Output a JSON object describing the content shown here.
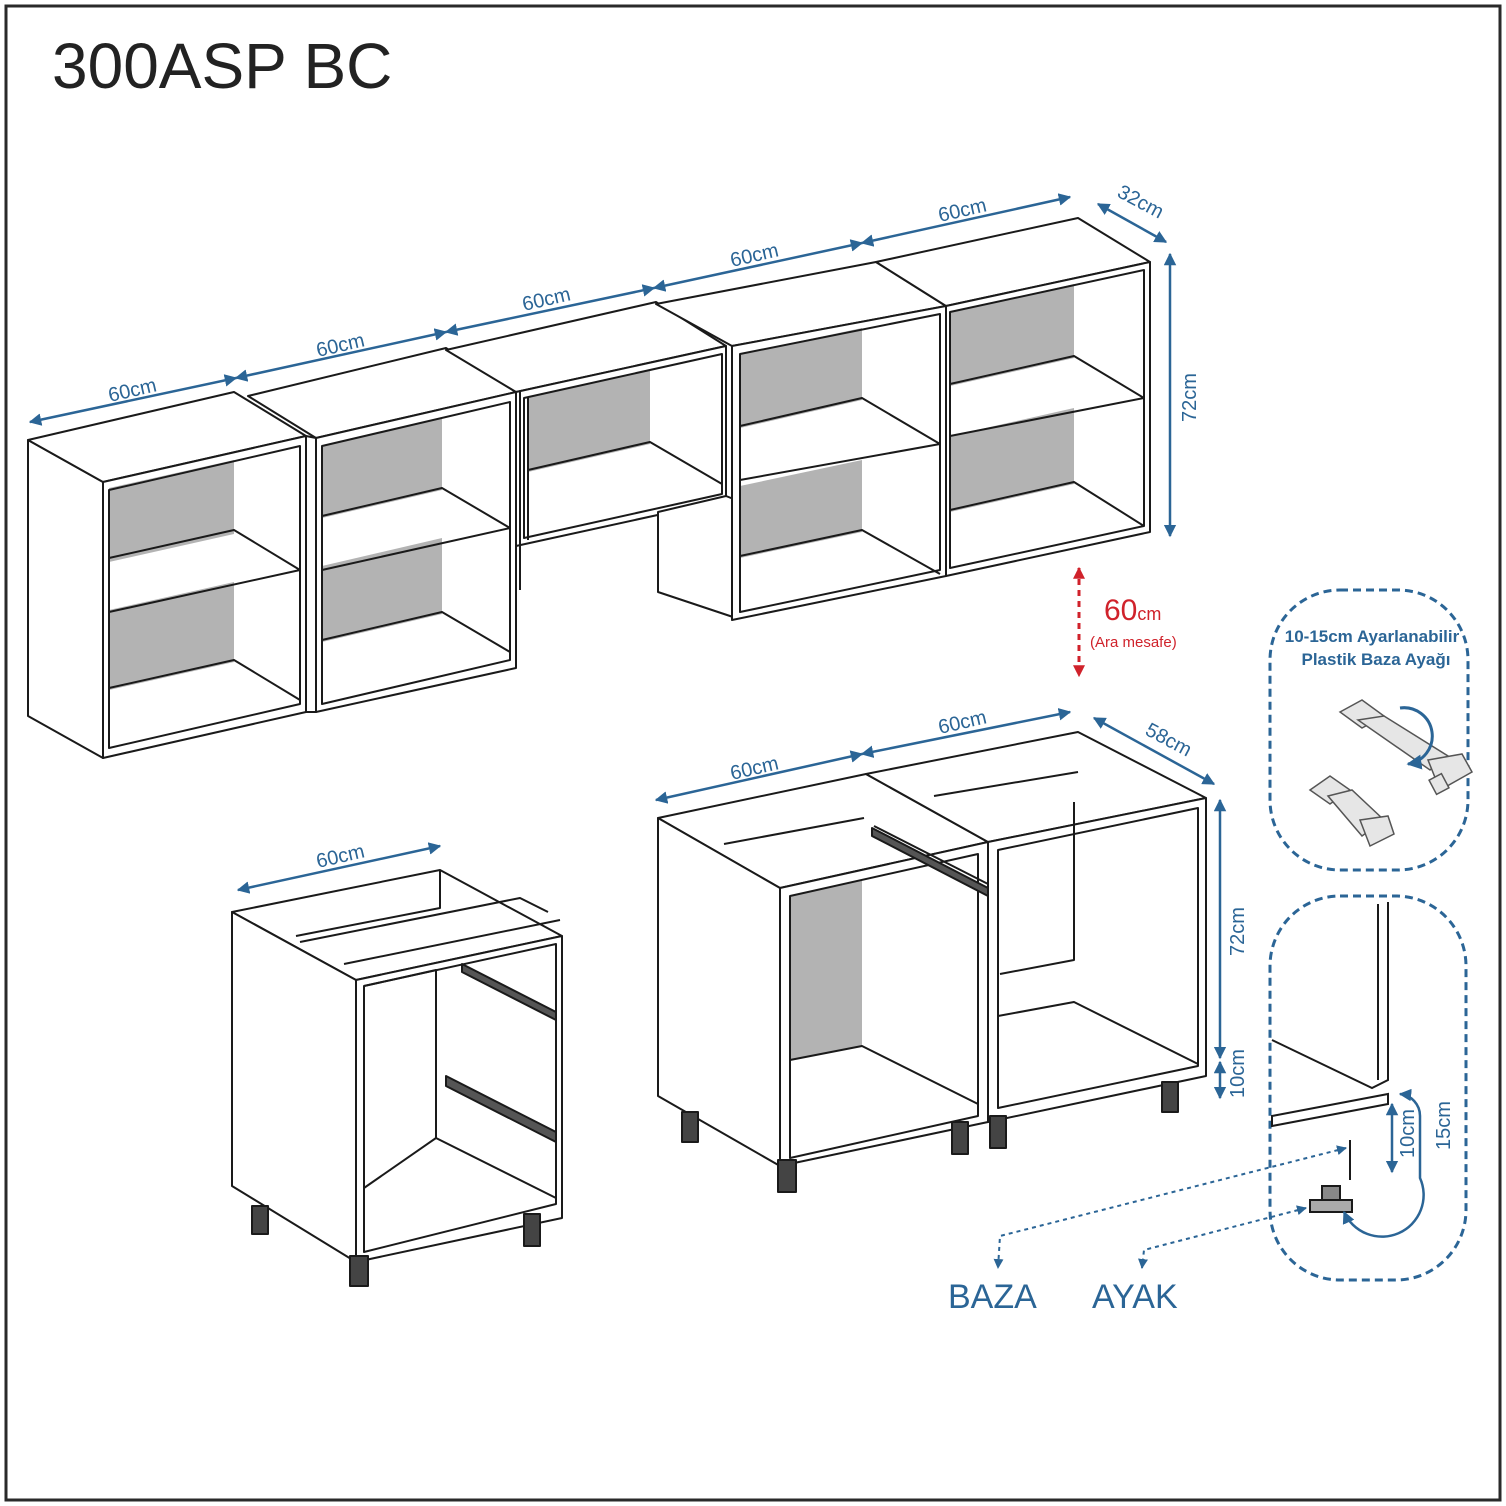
{
  "title": "300ASP BC",
  "dimensions": {
    "upper_w1": "60cm",
    "upper_w2": "60cm",
    "upper_w3": "60cm",
    "upper_w4": "60cm",
    "upper_w5": "60cm",
    "upper_depth": "32cm",
    "upper_height": "72cm",
    "lower_single_w": "60cm",
    "lower_corner_w1": "60cm",
    "lower_corner_w2": "60cm",
    "lower_depth": "58cm",
    "lower_height": "72cm",
    "plinth_height": "10cm",
    "detail_10": "10cm",
    "detail_15": "15cm"
  },
  "gap": {
    "value": "60",
    "unit": "cm",
    "note": "(Ara mesafe)"
  },
  "leg_note": {
    "line1": "10-15cm Ayarlanabilir",
    "line2": "Plastik Baza Ayağı"
  },
  "labels": {
    "baza": "BAZA",
    "ayak": "AYAK"
  },
  "colors": {
    "dimension": "#2b6596",
    "gap_arrow": "#d0222b",
    "panel_back": "#b3b3b3",
    "outline": "#1a1a1a",
    "dashed_outline": "#2b6596"
  }
}
